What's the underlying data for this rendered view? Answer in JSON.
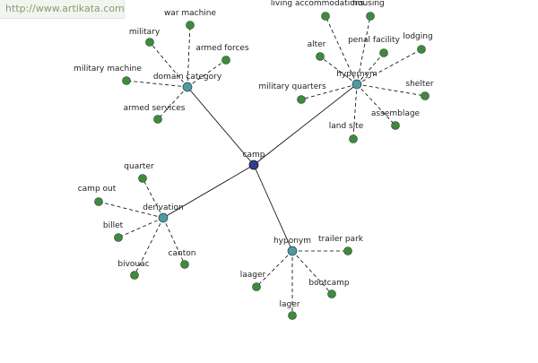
{
  "watermark": "http://www.artikata.com",
  "colors": {
    "center_node": "#2e3f8c",
    "relation_node": "#4f9aa2",
    "leaf_node": "#3e8a3e",
    "edge": "#000000"
  },
  "center": {
    "id": "camp",
    "label": "camp"
  },
  "relations": [
    {
      "id": "domain",
      "label": "domain category",
      "leaves": [
        "war machine",
        "military",
        "armed forces",
        "military machine",
        "armed services"
      ]
    },
    {
      "id": "hypernym-top",
      "label": "hypernym",
      "leaves": [
        "living accommodations",
        "housing",
        "alter",
        "penal facility",
        "lodging",
        "shelter",
        "military quarters",
        "assemblage",
        "land site"
      ]
    },
    {
      "id": "derivation",
      "label": "derivation",
      "leaves": [
        "quarter",
        "camp out",
        "billet",
        "bivouac",
        "canton"
      ]
    },
    {
      "id": "hyponym",
      "label": "hyponym",
      "leaves": [
        "trailer park",
        "laager",
        "bootcamp",
        "lager"
      ]
    }
  ]
}
